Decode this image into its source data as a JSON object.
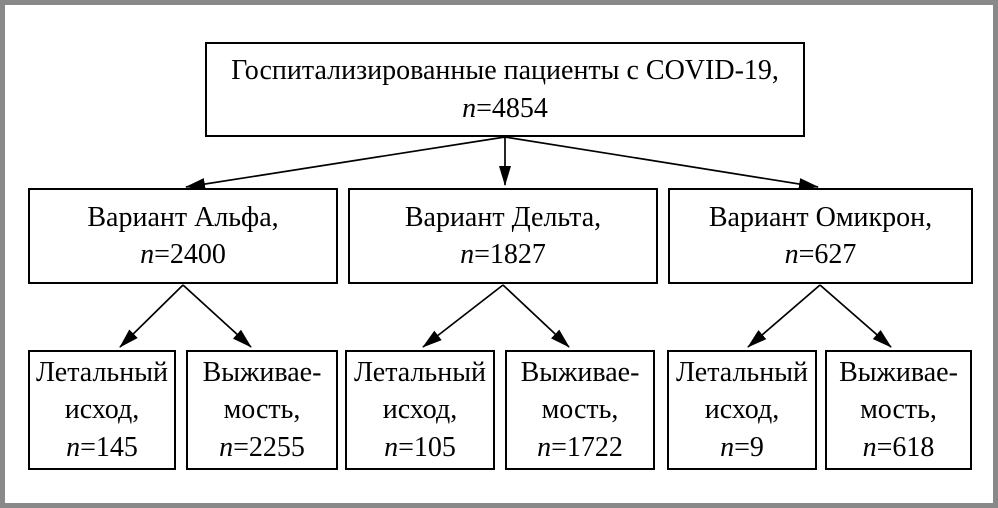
{
  "colors": {
    "frame": "#898989",
    "box_border": "#000000",
    "background": "#ffffff",
    "text": "#000000",
    "arrow": "#000000"
  },
  "root": {
    "label": "Госпитализированные пациенты с COVID-19,",
    "n_var": "n",
    "n_value": "=4854"
  },
  "variants": [
    {
      "label": "Вариант Альфа,",
      "n_var": "n",
      "n_value": "=2400",
      "outcomes": [
        {
          "line1": "Летальный",
          "line2": "исход,",
          "n_var": "n",
          "n_value": "=145"
        },
        {
          "line1": "Выживае-",
          "line2": "мость,",
          "n_var": "n",
          "n_value": "=2255"
        }
      ]
    },
    {
      "label": "Вариант Дельта,",
      "n_var": "n",
      "n_value": "=1827",
      "outcomes": [
        {
          "line1": "Летальный",
          "line2": "исход,",
          "n_var": "n",
          "n_value": "=105"
        },
        {
          "line1": "Выживае-",
          "line2": "мость,",
          "n_var": "n",
          "n_value": "=1722"
        }
      ]
    },
    {
      "label": "Вариант Омикрон,",
      "n_var": "n",
      "n_value": "=627",
      "outcomes": [
        {
          "line1": "Летальный",
          "line2": "исход,",
          "n_var": "n",
          "n_value": "=9"
        },
        {
          "line1": "Выживае-",
          "line2": "мость,",
          "n_var": "n",
          "n_value": "=618"
        }
      ]
    }
  ]
}
